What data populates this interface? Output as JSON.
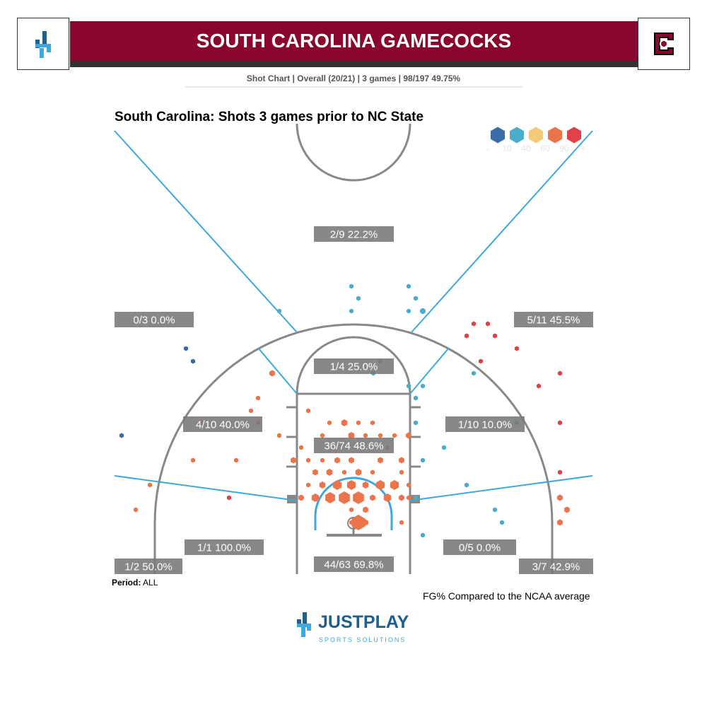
{
  "header": {
    "title": "SOUTH CAROLINA GAMECOCKS",
    "subtitle": "Shot Chart | Overall (20/21) | 3 games | 98/197 49.75%"
  },
  "footer": {
    "period_label": "Period:",
    "period_value": "ALL",
    "note": "FG% Compared to the NCAA average",
    "brand": "JUSTPLAY",
    "brand_sub": "SPORTS SOLUTIONS"
  },
  "colors": {
    "banner": "#8a062c",
    "blue": "#3a6aa8",
    "teal": "#4aaecb",
    "yellow": "#f5c97a",
    "orange": "#ec744a",
    "red": "#e04048",
    "zone_line": "#3ea7dc",
    "court": "#888888"
  },
  "chart_data": {
    "type": "scatter",
    "title": "South Carolina: Shots 3 games prior to NC State",
    "legend": {
      "placement": "top-right",
      "labels": [
        "-",
        "10",
        "40",
        "60",
        "90",
        "+"
      ]
    },
    "zones": [
      {
        "name": "backcourt",
        "label": "2/9 22.2%",
        "made": 2,
        "att": 9
      },
      {
        "name": "left-wing-3",
        "label": "0/3 0.0%",
        "made": 0,
        "att": 3
      },
      {
        "name": "right-wing-3",
        "label": "5/11 45.5%",
        "made": 5,
        "att": 11
      },
      {
        "name": "top-mid",
        "label": "1/4 25.0%",
        "made": 1,
        "att": 4
      },
      {
        "name": "left-mid",
        "label": "4/10 40.0%",
        "made": 4,
        "att": 10
      },
      {
        "name": "right-mid",
        "label": "1/10 10.0%",
        "made": 1,
        "att": 10
      },
      {
        "name": "paint",
        "label": "36/74 48.6%",
        "made": 36,
        "att": 74
      },
      {
        "name": "left-baseline-mid",
        "label": "1/1 100.0%",
        "made": 1,
        "att": 1
      },
      {
        "name": "right-baseline-mid",
        "label": "0/5 0.0%",
        "made": 0,
        "att": 5
      },
      {
        "name": "left-corner-3",
        "label": "1/2 50.0%",
        "made": 1,
        "att": 2
      },
      {
        "name": "restricted",
        "label": "44/63 69.8%",
        "made": 44,
        "att": 63
      },
      {
        "name": "right-corner-3",
        "label": "3/7 42.9%",
        "made": 3,
        "att": 7
      }
    ]
  }
}
